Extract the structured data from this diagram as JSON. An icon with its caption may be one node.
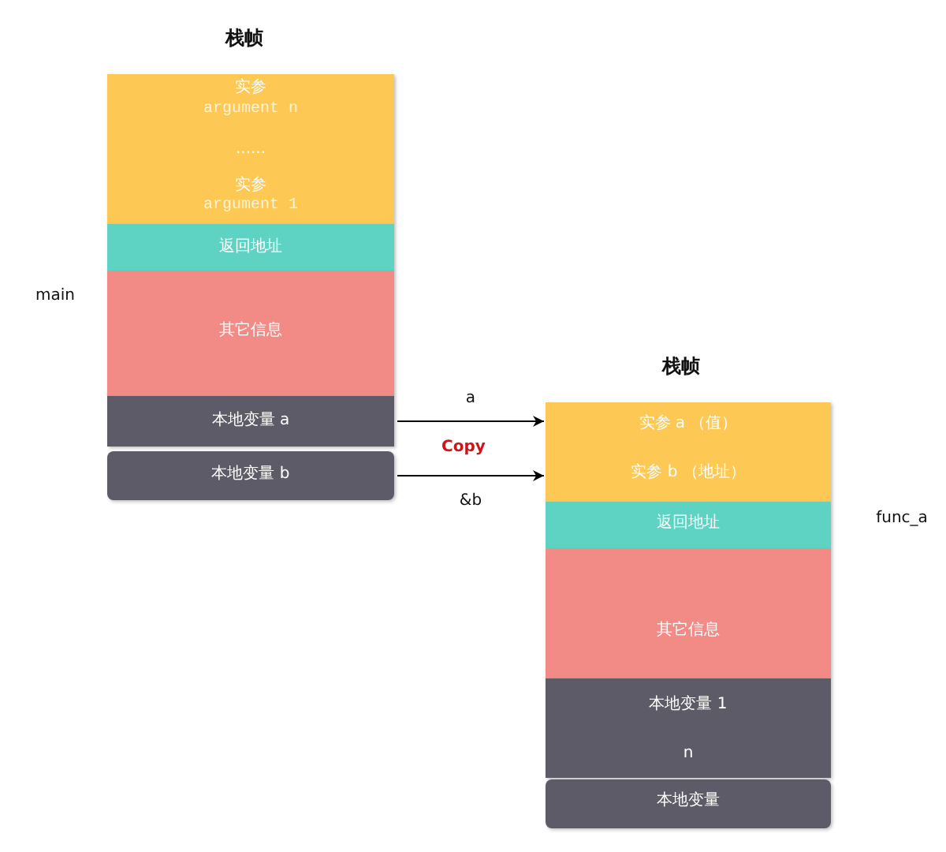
{
  "diagram": {
    "nodes": [
      {
        "text": [
          "实参",
          "argument n",
          "......",
          "实参",
          "argument 1"
        ]
      },
      {
        "text": [
          "返回地址"
        ]
      },
      {
        "text": [
          "其它信息"
        ]
      },
      {
        "text": [
          "本地变量 a"
        ]
      },
      {
        "text": [
          "本地变量 b"
        ]
      },
      {
        "text": [
          "实参 a （值）",
          "实参 b （地址）"
        ]
      },
      {
        "text": [
          "返回地址"
        ]
      },
      {
        "text": [
          "其它信息"
        ]
      },
      {
        "text": [
          "本地变量 1",
          "n"
        ]
      },
      {
        "text": [
          "本地变量"
        ]
      }
    ],
    "edges": [
      {
        "from": 3,
        "to": 5,
        "arrow": "to",
        "label": "a"
      },
      {
        "from": 4,
        "to": 5,
        "arrow": "to",
        "label": "&b"
      }
    ],
    "labels": [
      "栈帧",
      "main",
      "栈帧",
      "Copy",
      "func_a"
    ]
  }
}
